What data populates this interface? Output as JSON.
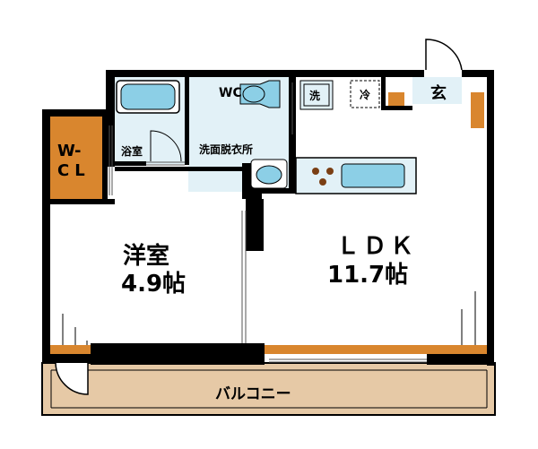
{
  "rooms": {
    "western": {
      "name": "洋室",
      "size": "4.9帖"
    },
    "ldk": {
      "name": "ＬＤＫ",
      "size": "11.7帖"
    },
    "wcl": {
      "line1": "W-",
      "line2": "CL"
    },
    "bath": {
      "name": "浴室"
    },
    "toilet": {
      "name": "WC"
    },
    "washroom": {
      "name": "洗面脱衣所"
    },
    "washer": {
      "name": "洗"
    },
    "fridge": {
      "name": "冷"
    },
    "entrance": {
      "name": "玄"
    },
    "balcony": {
      "name": "バルコニー"
    }
  },
  "colors": {
    "wall": "#000000",
    "wood": "#d9862e",
    "balcony": "#e6c9a6",
    "tile": "#e2f1f7",
    "fixture": "#8ccfe6",
    "stove": "#7a3f14"
  }
}
